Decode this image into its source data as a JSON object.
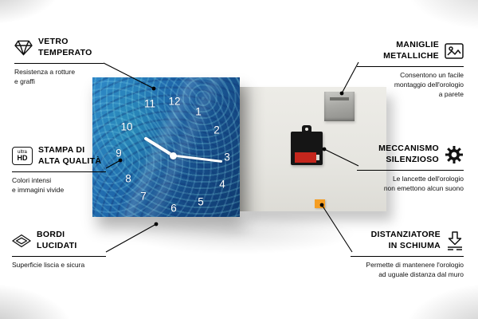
{
  "clock": {
    "numbers": [
      "1",
      "2",
      "3",
      "4",
      "5",
      "6",
      "7",
      "8",
      "9",
      "10",
      "11",
      "12"
    ]
  },
  "icons": {
    "ultra_hd": {
      "top": "ultra",
      "bottom": "HD"
    }
  },
  "callouts": {
    "tempered_glass": {
      "title": "VETRO\nTEMPERATO",
      "description": "Resistenza a rotture\ne graffi"
    },
    "print_quality": {
      "title": "STAMPA DI\nALTA QUALITÀ",
      "description": "Colori intensi\ne immagini vivide"
    },
    "polished_edges": {
      "title": "BORDI\nLUCIDATI",
      "description": "Superficie liscia e sicura"
    },
    "metal_handles": {
      "title": "MANIGLIE\nMETALLICHE",
      "description": "Consentono un facile\nmontaggio dell'orologio\na parete"
    },
    "silent_mechanism": {
      "title": "MECCANISMO\nSILENZIOSO",
      "description": "Le lancette dell'orologio\nnon emettono alcun suono"
    },
    "foam_spacer": {
      "title": "DISTANZIATORE\nIN SCHIUMA",
      "description": "Permette di mantenere l'orologio\nad uguale distanza dal muro"
    }
  },
  "colors": {
    "clock_blue": "#1f68ab",
    "back_panel": "#e9e8e3",
    "mechanism_black": "#151515",
    "battery_red": "#c4261d",
    "spacer_orange": "#f59e23",
    "metal_gray": "#a9a9a5",
    "line_black": "#000000"
  }
}
